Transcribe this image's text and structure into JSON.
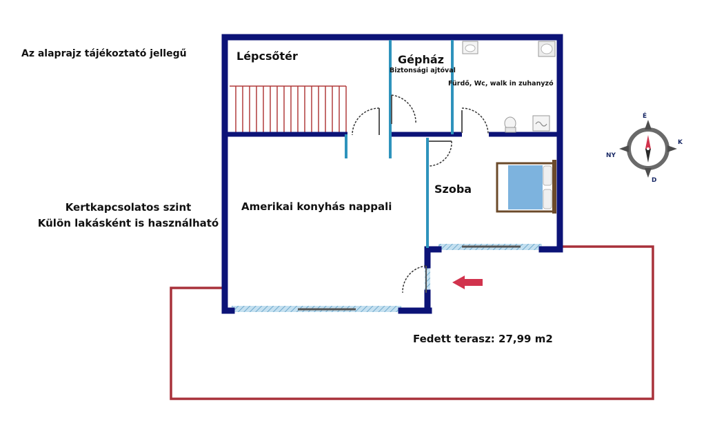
{
  "notes": {
    "disclaimer": "Az alaprajz tájékoztató jellegű",
    "level_line1": "Kertkapcsolatos szint",
    "level_line2": "Külön lakásként is használható"
  },
  "rooms": {
    "staircase": "Lépcsőtér",
    "machine_room": "Gépház",
    "security_door": "Biztonsági ajtóval",
    "bathroom": "Fürdő, Wc, walk in zuhanyzó",
    "bedroom": "Szoba",
    "living": "Amerikai konyhás nappali",
    "terrace": "Fedett terasz: 27,99 m2"
  },
  "compass": {
    "north": "É",
    "east": "K",
    "south": "D",
    "west": "NY"
  },
  "colors": {
    "wall": "#0c1377",
    "partition": "#2e93bc",
    "terrace_outline": "#a8313a",
    "stairs": "#b03a3a",
    "window": "#a9cfe6",
    "entry_arrow": "#d1334d"
  }
}
